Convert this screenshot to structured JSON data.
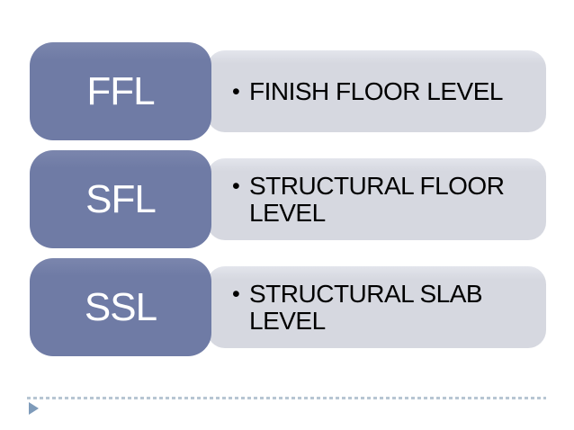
{
  "slide": {
    "colors": {
      "background": "#ffffff",
      "abbr_box": "#6f7ba5",
      "desc_box": "#d6d8e0",
      "desc_box_highlight": "#e3e5ec",
      "abbr_text": "#ffffff",
      "desc_text": "#000000",
      "dashed_line": "#b7c6d3",
      "marker_triangle": "#7e9bba"
    }
  },
  "rows": [
    {
      "abbr": "FFL",
      "bullet": "•",
      "description": "FINISH FLOOR LEVEL"
    },
    {
      "abbr": "SFL",
      "bullet": "•",
      "description": "STRUCTURAL FLOOR LEVEL"
    },
    {
      "abbr": "SSL",
      "bullet": "•",
      "description": "STRUCTURAL SLAB LEVEL"
    }
  ],
  "footer": {
    "marker_icon": "right-triangle-icon"
  }
}
